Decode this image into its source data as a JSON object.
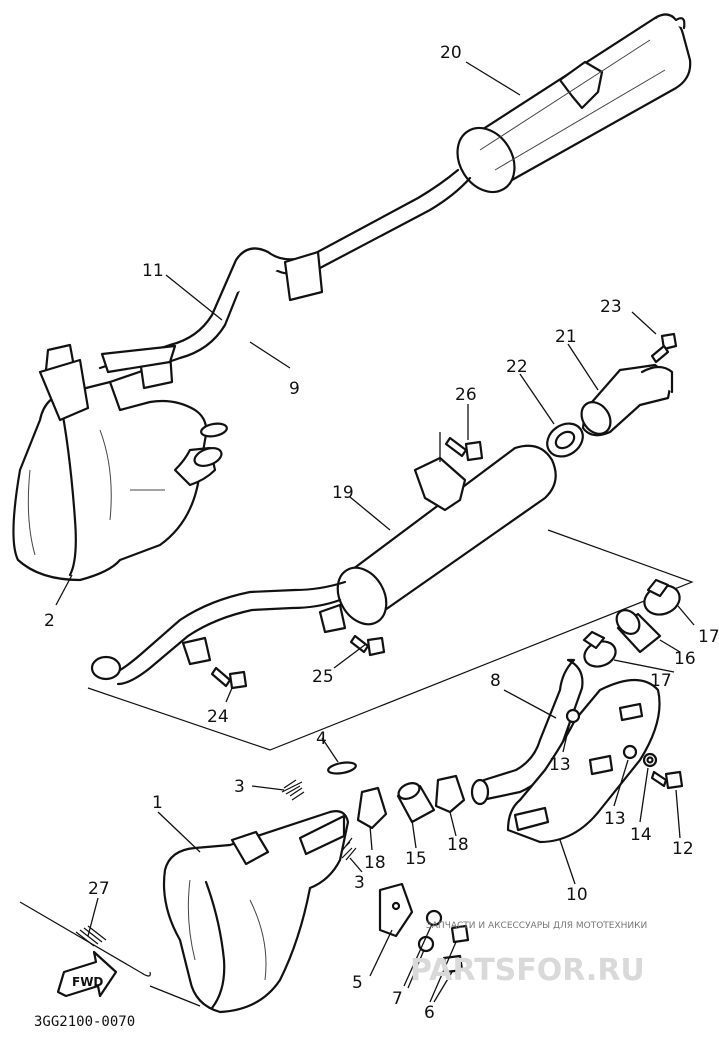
{
  "diagram": {
    "part_numbers": {
      "p1": "1",
      "p2": "2",
      "p3a": "3",
      "p3b": "3",
      "p4": "4",
      "p5": "5",
      "p6": "6",
      "p7": "7",
      "p8": "8",
      "p9": "9",
      "p10": "10",
      "p11": "11",
      "p12": "12",
      "p13a": "13",
      "p13b": "13",
      "p14": "14",
      "p15": "15",
      "p16": "16",
      "p17a": "17",
      "p17b": "17",
      "p18a": "18",
      "p18b": "18",
      "p19": "19",
      "p20": "20",
      "p21": "21",
      "p22": "22",
      "p23": "23",
      "p24": "24",
      "p25": "25",
      "p26": "26",
      "p27": "27"
    },
    "fwd_label": "FWD",
    "drawing_code": "3GG2100-0070"
  },
  "watermark": {
    "caption": "ЗАПЧАСТИ И АКСЕССУАРЫ ДЛЯ МОТОТЕХНИКИ",
    "brand": "PARTSFOR.RU"
  }
}
